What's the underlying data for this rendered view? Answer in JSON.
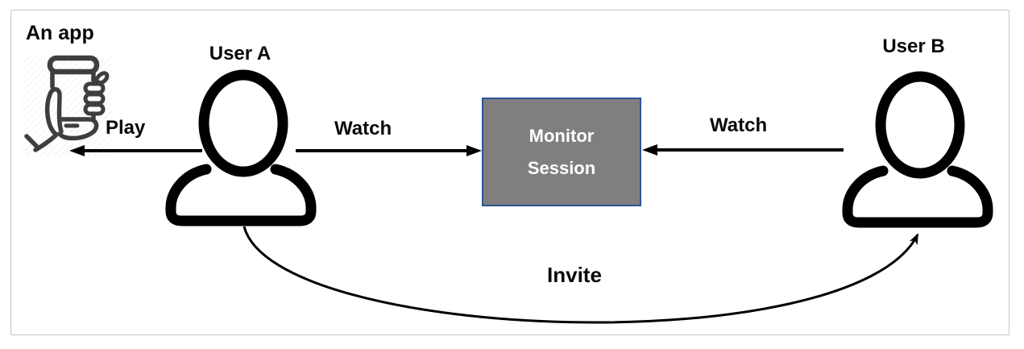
{
  "diagram": {
    "app": {
      "label": "An app",
      "icon": "hand-holding-phone-icon"
    },
    "user_a": {
      "label": "User A",
      "icon": "person-icon"
    },
    "user_b": {
      "label": "User B",
      "icon": "person-icon"
    },
    "monitor_box": {
      "line1": "Monitor",
      "line2": "Session",
      "fill_color": "#7f7f7f",
      "border_color": "#2f5496",
      "text_color": "#ffffff"
    },
    "arrows": {
      "play": {
        "label": "Play",
        "from": "User A",
        "to": "An app"
      },
      "watch_left": {
        "label": "Watch",
        "from": "User A",
        "to": "Monitor Session"
      },
      "watch_right": {
        "label": "Watch",
        "from": "User B",
        "to": "Monitor Session"
      },
      "invite": {
        "label": "Invite",
        "from": "User A",
        "to": "User B"
      }
    },
    "colors": {
      "arrow": "#000000",
      "person_icon": "#000000",
      "app_icon": "#3e3e3e",
      "frame_border": "#c5c5c5",
      "background": "#ffffff"
    }
  }
}
